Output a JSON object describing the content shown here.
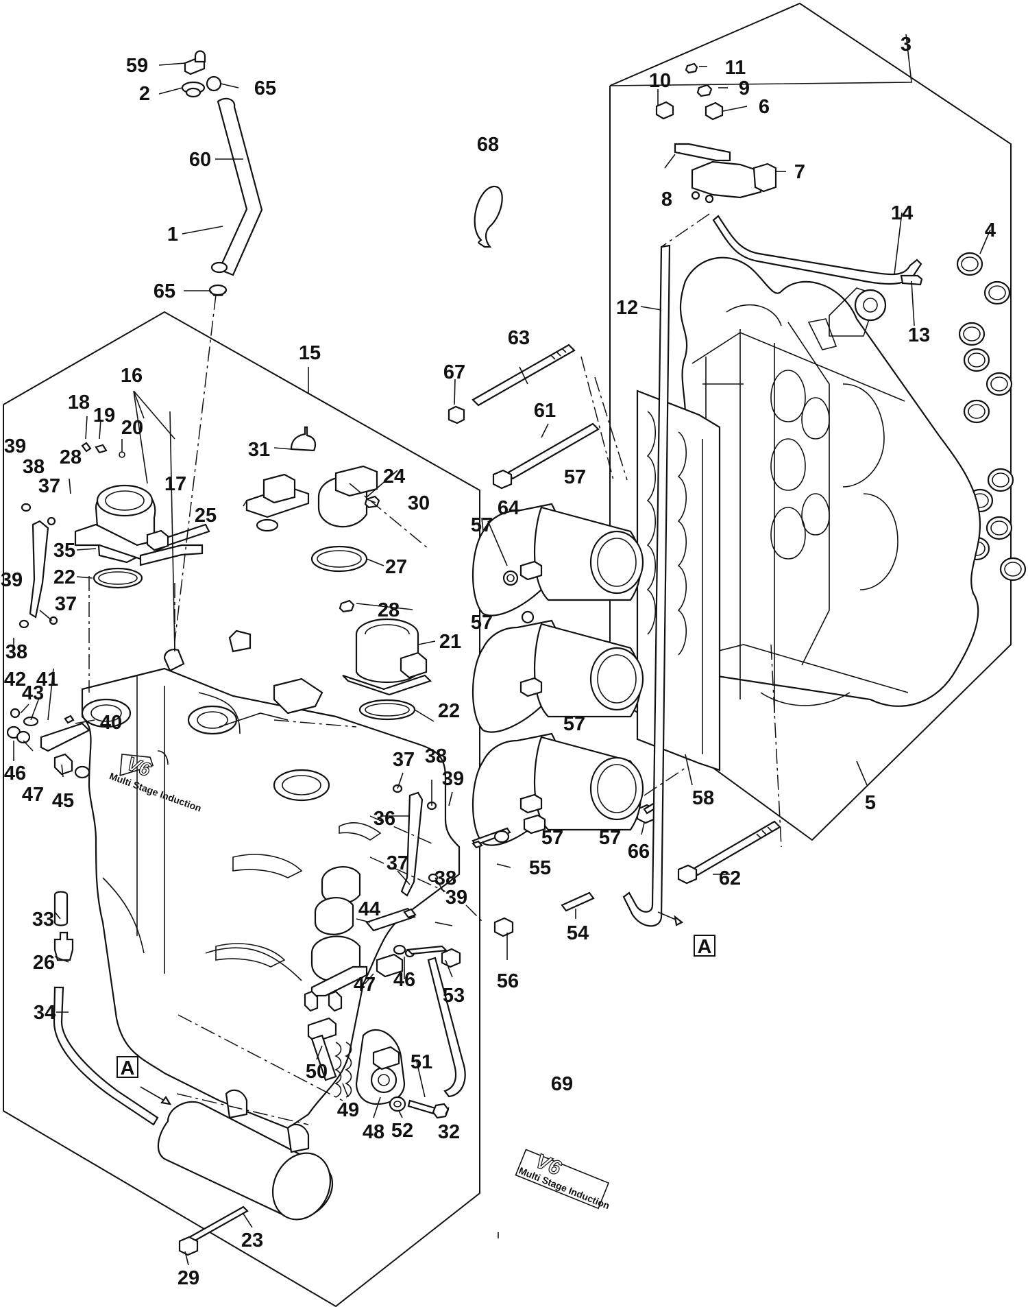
{
  "diagram": {
    "callouts": [
      "59",
      "2",
      "65",
      "60",
      "1",
      "65",
      "68",
      "3",
      "11",
      "10",
      "9",
      "6",
      "7",
      "8",
      "14",
      "4",
      "13",
      "12",
      "63",
      "67",
      "61",
      "57",
      "64",
      "57",
      "57",
      "57",
      "57",
      "57",
      "58",
      "5",
      "66",
      "62",
      "15",
      "16",
      "18",
      "19",
      "20",
      "17",
      "39",
      "38",
      "37",
      "28",
      "31",
      "24",
      "30",
      "25",
      "27",
      "35",
      "22",
      "39",
      "37",
      "38",
      "42",
      "41",
      "43",
      "40",
      "46",
      "47",
      "45",
      "21",
      "28",
      "22",
      "37",
      "38",
      "39",
      "36",
      "55",
      "37",
      "38",
      "39",
      "44",
      "54",
      "56",
      "33",
      "26",
      "34",
      "53",
      "46",
      "47",
      "50",
      "51",
      "49",
      "48",
      "52",
      "32",
      "69",
      "29",
      "23"
    ],
    "ref_a_top": "A",
    "ref_a_bottom": "A",
    "emblem_main_logo": "V6",
    "emblem_main_text": "Multi Stage Induction",
    "emblem_69_logo": "V6",
    "emblem_69_text": "Multi Stage Induction"
  }
}
